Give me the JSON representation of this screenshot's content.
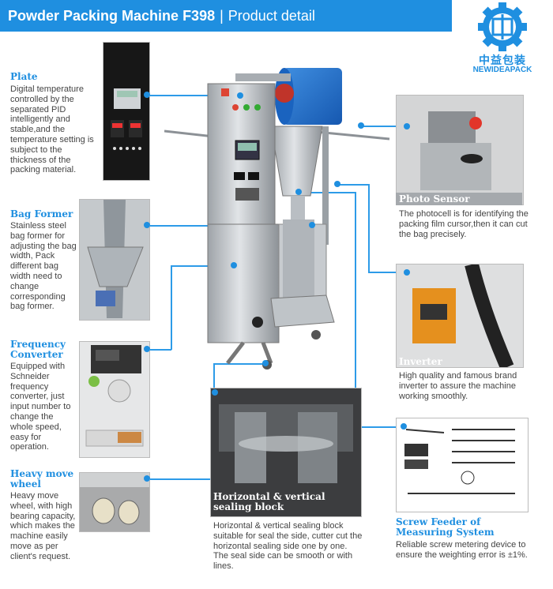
{
  "header": {
    "title": "Powder Packing Machine F398",
    "separator": "|",
    "subtitle": "Product detail"
  },
  "logo": {
    "cn": "中益包装",
    "en": "NEWIDEAPACK"
  },
  "features": {
    "plate": {
      "title": "Plate",
      "desc": "Digital temperature controlled by the separated PID intelligently and stable,and the temperature setting is subject to the thickness of the packing material."
    },
    "bag_former": {
      "title": "Bag Former",
      "desc": "Stainless steel bag former for adjusting the bag width, Pack different bag width need to change corresponding bag former."
    },
    "frequency": {
      "title1": "Frequency",
      "title2": "Converter",
      "desc": "Equipped with Schneider frequency converter, just input number to change the whole speed, easy for operation."
    },
    "wheel": {
      "title1": "Heavy move",
      "title2": "wheel",
      "desc": "Heavy move wheel, with high bearing capacity, which makes the machine easily move as per client's request."
    },
    "photo_sensor": {
      "title": "Photo Sensor",
      "desc": "The photocell is for identifying the packing film cursor,then it can cut the bag precisely."
    },
    "inverter": {
      "title": "Inverter",
      "desc": "High quality and famous brand inverter to assure the machine working smoothly."
    },
    "sealing": {
      "title1": "Horizontal & vertical",
      "title2": "sealing block",
      "desc": "Horizontal & vertical sealing block suitable for seal the side, cutter cut the horizontal sealing side one by one. The seal side can be smooth or with lines."
    },
    "screw": {
      "title1": "Screw Feeder of",
      "title2": "Measuring System",
      "desc": "Reliable screw metering device to ensure the weighting error is  ±1%."
    }
  },
  "colors": {
    "accent": "#1f8fe0",
    "line": "#2d9be8"
  }
}
